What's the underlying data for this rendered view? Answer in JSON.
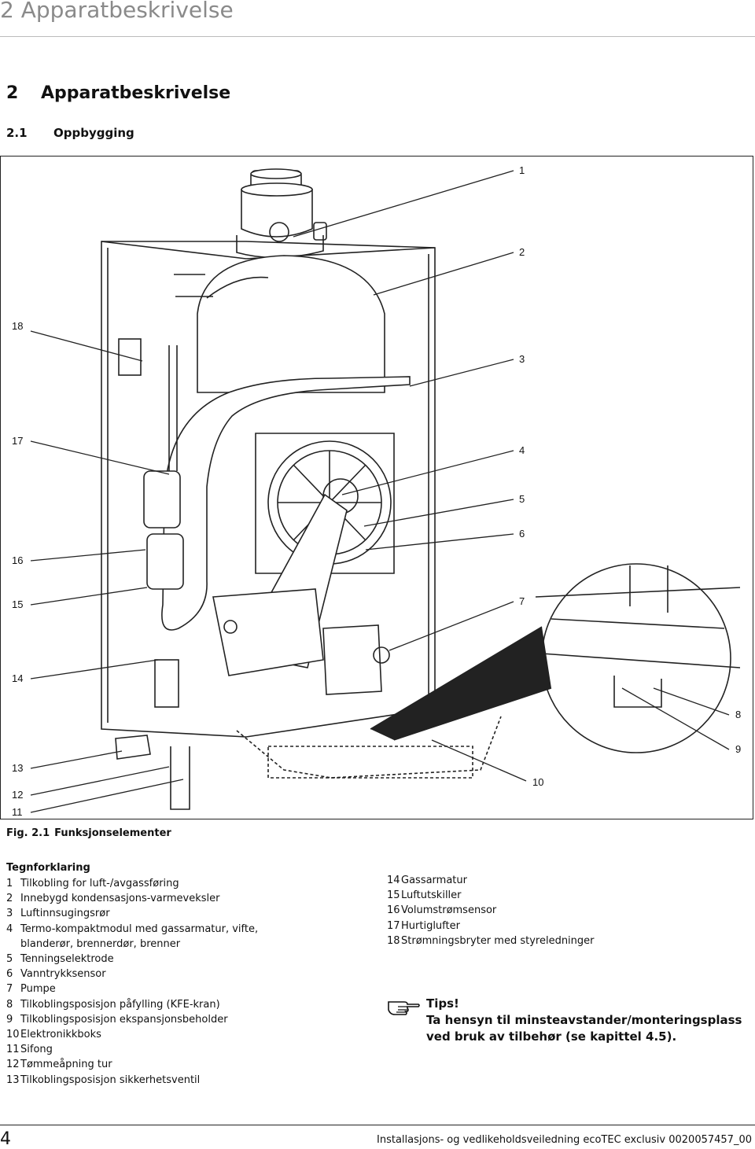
{
  "running_head": "2 Apparatbeskrivelse",
  "section": {
    "number": "2",
    "title": "Apparatbeskrivelse"
  },
  "subsection": {
    "number": "2.1",
    "title": "Oppbygging"
  },
  "figure": {
    "callouts": [
      "1",
      "2",
      "3",
      "4",
      "5",
      "6",
      "7",
      "8",
      "9",
      "10",
      "11",
      "12",
      "13",
      "14",
      "15",
      "16",
      "17",
      "18"
    ],
    "caption_number": "Fig. 2.1",
    "caption_title": "Funksjonselementer"
  },
  "legend": {
    "title": "Tegnforklaring",
    "left": [
      {
        "n": "1",
        "text": "Tilkobling for luft-/avgassføring"
      },
      {
        "n": "2",
        "text": "Innebygd kondensasjons-varmeveksler"
      },
      {
        "n": "3",
        "text": "Luftinnsugingsrør"
      },
      {
        "n": "4",
        "text": "Termo-kompaktmodul med gassarmatur, vifte, blanderør, brennerdør, brenner"
      },
      {
        "n": "5",
        "text": "Tenningselektrode"
      },
      {
        "n": "6",
        "text": "Vanntrykksensor"
      },
      {
        "n": "7",
        "text": "Pumpe"
      },
      {
        "n": "8",
        "text": "Tilkoblingsposisjon påfylling (KFE-kran)"
      },
      {
        "n": "9",
        "text": "Tilkoblingsposisjon ekspansjonsbeholder"
      },
      {
        "n": "10",
        "text": "Elektronikkboks"
      },
      {
        "n": "11",
        "text": "Sifong"
      },
      {
        "n": "12",
        "text": "Tømmeåpning tur"
      },
      {
        "n": "13",
        "text": "Tilkoblingsposisjon sikkerhetsventil"
      }
    ],
    "right": [
      {
        "n": "14",
        "text": "Gassarmatur"
      },
      {
        "n": "15",
        "text": "Luftutskiller"
      },
      {
        "n": "16",
        "text": "Volumstrømsensor"
      },
      {
        "n": "17",
        "text": "Hurtiglufter"
      },
      {
        "n": "18",
        "text": "Strømningsbryter med styreledninger"
      }
    ]
  },
  "tip": {
    "icon": "pointing-hand-icon",
    "heading": "Tips!",
    "body": "Ta hensyn til minsteavstander/monteringsplass ved bruk av tilbehør (se kapittel 4.5)."
  },
  "footer": {
    "page_number": "4",
    "text": "Installasjons- og vedlikeholdsveiledning ecoTEC exclusiv 0020057457_00"
  }
}
